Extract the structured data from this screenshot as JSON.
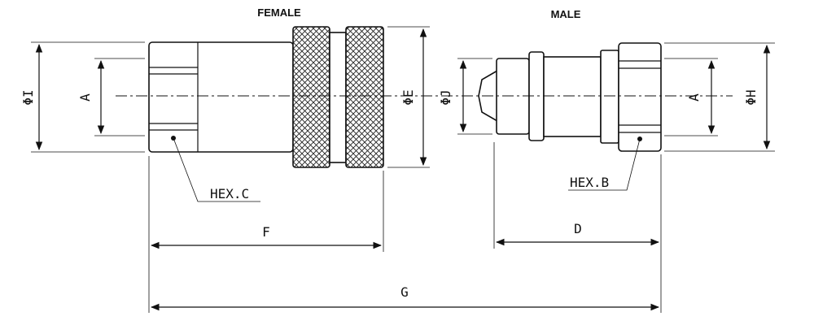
{
  "titles": {
    "female": "FEMALE",
    "male": "MALE"
  },
  "dimensions": {
    "phi_i": "ΦI",
    "a_left": "A",
    "phi_e": "ΦE",
    "phi_j": "ΦJ",
    "a_right": "A",
    "phi_h": "ΦH",
    "hex_c": "HEX.C",
    "hex_b": "HEX.B",
    "f": "F",
    "d": "D",
    "g": "G"
  }
}
